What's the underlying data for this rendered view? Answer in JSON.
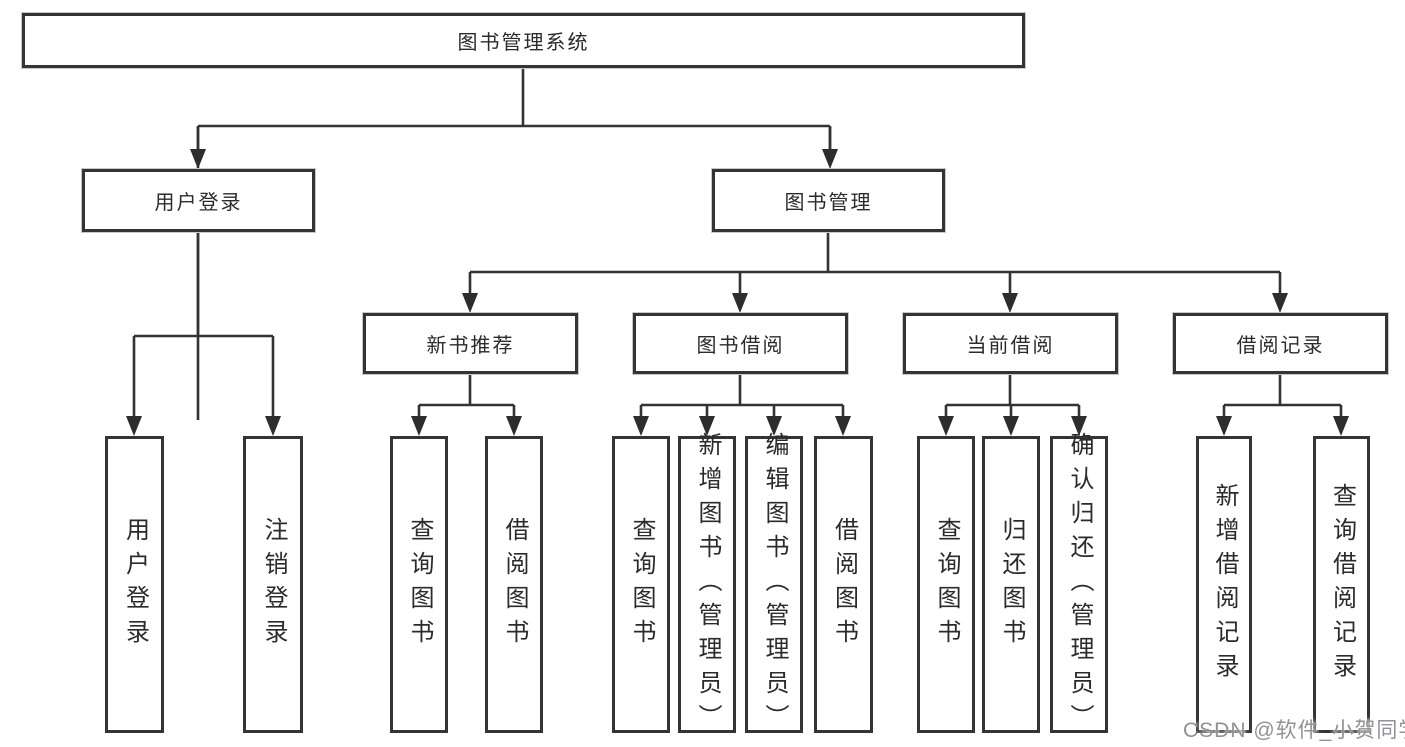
{
  "tree": {
    "label": "图书管理系统",
    "children": [
      {
        "label": "用户登录",
        "children": [
          {
            "label": "用户登录"
          },
          {
            "label": "注销登录"
          }
        ]
      },
      {
        "label": "图书管理",
        "children": [
          {
            "label": "新书推荐",
            "children": [
              {
                "label": "查询图书"
              },
              {
                "label": "借阅图书"
              }
            ]
          },
          {
            "label": "图书借阅",
            "children": [
              {
                "label": "查询图书"
              },
              {
                "label": "新增图书（管理员）"
              },
              {
                "label": "编辑图书（管理员）"
              },
              {
                "label": "借阅图书"
              }
            ]
          },
          {
            "label": "当前借阅",
            "children": [
              {
                "label": "查询图书"
              },
              {
                "label": "归还图书"
              },
              {
                "label": "确认归还（管理员）"
              }
            ]
          },
          {
            "label": "借阅记录",
            "children": [
              {
                "label": "新增借阅记录"
              },
              {
                "label": "查询借阅记录"
              }
            ]
          }
        ]
      }
    ]
  },
  "watermark": {
    "text": "CSDN @软件_小贺同学"
  },
  "colors": {
    "line": "#333335",
    "box_border": "#343436",
    "text": "#2b2b2d",
    "watermark": "#8f9296",
    "background": "#ffffff"
  }
}
